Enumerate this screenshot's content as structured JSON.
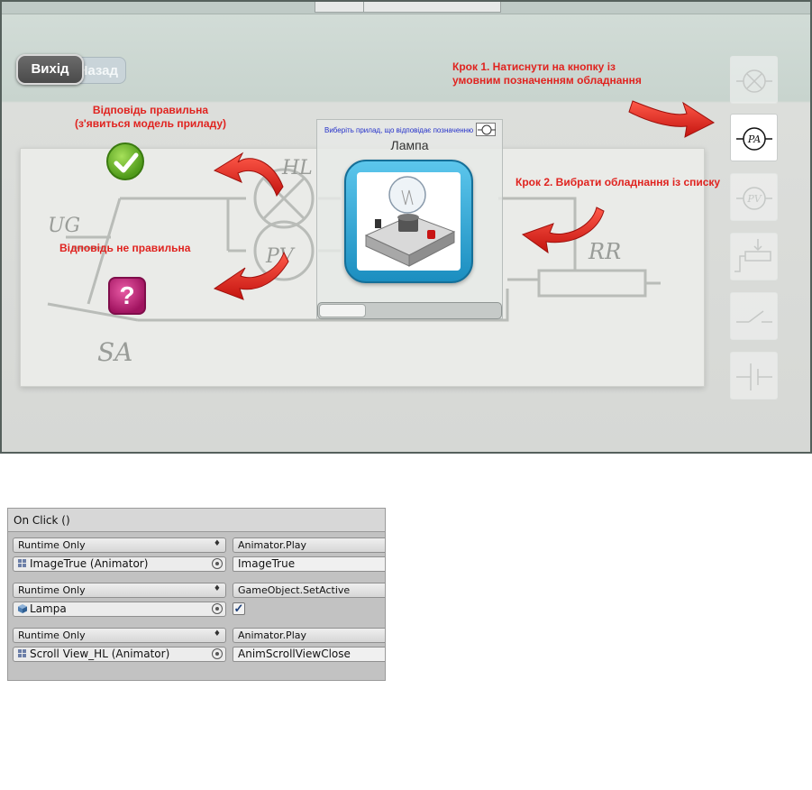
{
  "app": {
    "exit_button": "Вихід",
    "back_button": "Назад",
    "annotations": {
      "step1_line1": "Крок 1. Натиснути на кнопку із",
      "step1_line2": "умовним позначенням обладнання",
      "step2": "Крок 2. Вибрати обладнання із списку",
      "correct_line1": "Відповідь правильна",
      "correct_line2": "(з'явиться модель приладу)",
      "wrong": "Відповідь не правильна"
    },
    "diagram_labels": {
      "hl": "HL",
      "pv": "PV",
      "ug": "UG",
      "sa": "SA",
      "rr": "RR"
    },
    "popup": {
      "prompt": "Виберіть прилад, що відповідає позначенню",
      "title": "Лампа"
    },
    "toolbar": [
      {
        "icon": "lamp-symbol-icon",
        "label": "",
        "active": false
      },
      {
        "icon": "ammeter-symbol-icon",
        "label": "PA",
        "active": true
      },
      {
        "icon": "voltmeter-symbol-icon",
        "label": "PV",
        "active": false
      },
      {
        "icon": "rheostat-symbol-icon",
        "label": "",
        "active": false
      },
      {
        "icon": "switch-symbol-icon",
        "label": "",
        "active": false
      },
      {
        "icon": "battery-symbol-icon",
        "label": "",
        "active": false
      }
    ],
    "colors": {
      "annotation": "#e0231f",
      "arrow": "#e8261f",
      "frame": "#1b8ec0"
    }
  },
  "inspector": {
    "header": "On Click ()",
    "entries": [
      {
        "mode": "Runtime Only",
        "function": "Animator.Play",
        "target": "ImageTrue (Animator)",
        "argument": "ImageTrue",
        "arg_type": "text"
      },
      {
        "mode": "Runtime Only",
        "function": "GameObject.SetActive",
        "target": "Lampa",
        "argument": "",
        "arg_type": "checkbox",
        "checked": true
      },
      {
        "mode": "Runtime Only",
        "function": "Animator.Play",
        "target": "Scroll View_HL (Animator)",
        "argument": "AnimScrollViewClose",
        "arg_type": "text"
      }
    ]
  }
}
